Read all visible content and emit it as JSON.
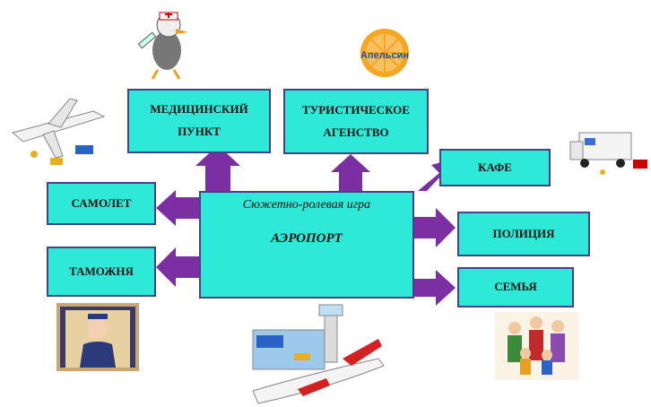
{
  "center": {
    "subtitle": "Сюжетно-ролевая игра",
    "title": "АЭРОПОРТ"
  },
  "nodes": {
    "medical": [
      "МЕДИЦИНСКИЙ",
      "ПУНКТ"
    ],
    "travel": [
      "ТУРИСТИЧЕСКОЕ",
      "АГЕНСТВО"
    ],
    "plane": "САМОЛЕТ",
    "customs": "ТАМОЖНЯ",
    "cafe": "КАФЕ",
    "police": "ПОЛИЦИЯ",
    "family": "СЕМЬЯ"
  },
  "logo_text": "Апельсин",
  "colors": {
    "box_fill": "#2ee8d8",
    "box_border": "#4a3f8c",
    "arrow": "#7b2fa3"
  }
}
